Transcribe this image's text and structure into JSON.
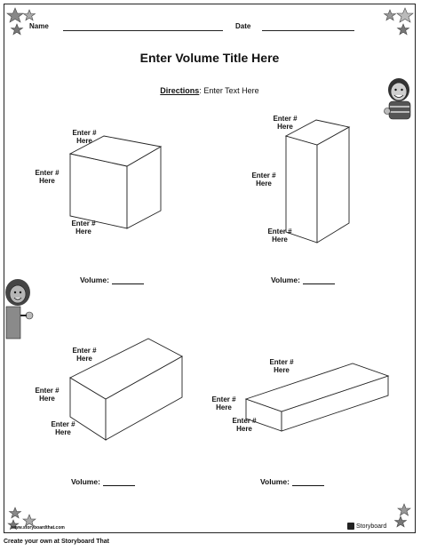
{
  "header": {
    "name_label": "Name",
    "date_label": "Date"
  },
  "title": "Enter Volume Title Here",
  "directions": {
    "label": "Directions",
    "text": ": Enter Text Here"
  },
  "shapes": [
    {
      "labels": [
        "Enter #\nHere",
        "Enter #\nHere",
        "Enter #\nHere"
      ],
      "volume_label": "Volume:"
    },
    {
      "labels": [
        "Enter #\nHere",
        "Enter #\nHere",
        "Enter #\nHere"
      ],
      "volume_label": "Volume:"
    },
    {
      "labels": [
        "Enter #\nHere",
        "Enter #\nHere",
        "Enter #\nHere"
      ],
      "volume_label": "Volume:"
    },
    {
      "labels": [
        "Enter #\nHere",
        "Enter #\nHere",
        "Enter #\nHere"
      ],
      "volume_label": "Volume:"
    }
  ],
  "footer": {
    "url": "www.storyboardthat.com",
    "brand": "Storyboard",
    "credit": "Create your own at Storyboard That"
  },
  "icons": [
    "star-icon",
    "cartoon-person-icon",
    "storyboard-logo-icon"
  ]
}
